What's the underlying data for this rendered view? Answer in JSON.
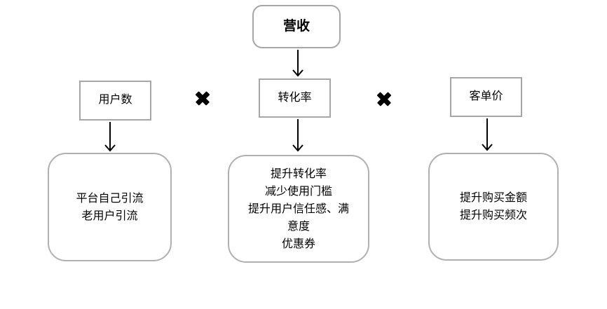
{
  "diagram": {
    "root": {
      "label": "营收"
    },
    "operators": [
      {
        "icon": "multiply-icon",
        "symbol": "✖"
      },
      {
        "icon": "multiply-icon",
        "symbol": "✖"
      }
    ],
    "factors": [
      {
        "label": "用户数",
        "details": {
          "lines": [
            "平台自己引流",
            "老用户引流"
          ]
        }
      },
      {
        "label": "转化率",
        "details": {
          "lines": [
            "提升转化率",
            "减少使用门槛",
            "提升用户信任感、满",
            "意度",
            "优惠券"
          ]
        }
      },
      {
        "label": "客单价",
        "details": {
          "lines": [
            "提升购买金额",
            "提升购买频次"
          ]
        }
      }
    ],
    "colors": {
      "background": "#ffffff",
      "rect_border": "#a6a6a6",
      "round_border": "#b0b0b0",
      "arrow": "#000000",
      "operator": "#000000",
      "text": "#000000"
    }
  }
}
